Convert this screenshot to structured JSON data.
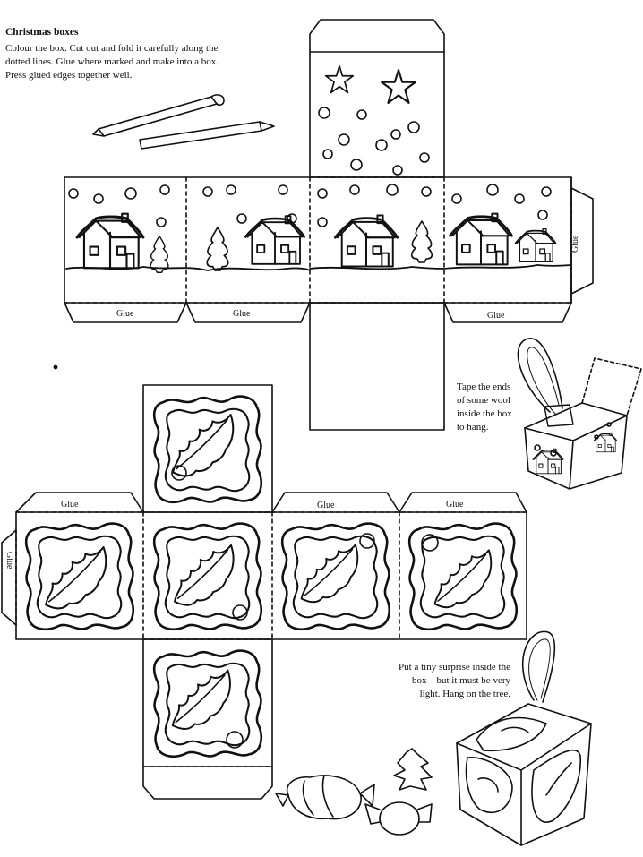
{
  "title": "Christmas boxes",
  "instructions": [
    "Colour the box. Cut out and fold it carefully along the",
    "dotted lines. Glue where marked and make into a box.",
    "Press glued edges together well."
  ],
  "tape_note": [
    "Tape the ends",
    "of some wool",
    "inside the box",
    "to hang."
  ],
  "surprise_note": [
    "Put a tiny surprise inside the",
    "box – but it must be very",
    "light. Hang on the tree."
  ],
  "glue_label": "Glue"
}
